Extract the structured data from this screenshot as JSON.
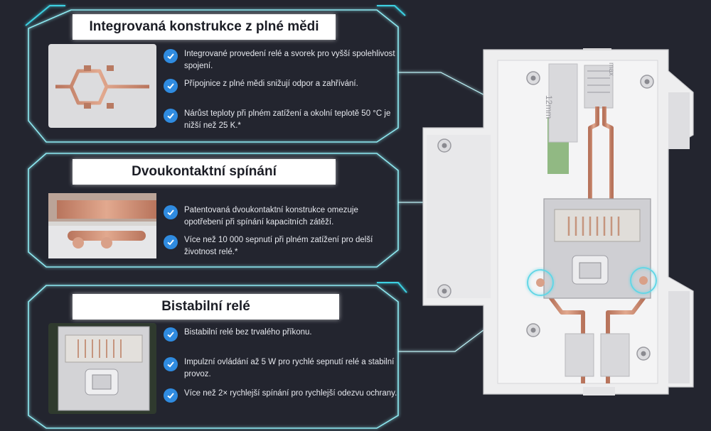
{
  "sections": [
    {
      "title": "Integrovaná konstrukce z plné mědi",
      "bullets": [
        "Integrované provedení relé a svorek pro vyšší spolehlivost spojení.",
        "Přípojnice z plné mědi snižují odpor a zahřívání.",
        "Nárůst teploty při plném zatížení a okolní teplotě 50 °C je nižší než 25 K.*"
      ]
    },
    {
      "title": "Dvoukontaktní spínání",
      "bullets": [
        "Patentovaná dvoukontaktní konstrukce omezuje opotřebení při spínání kapacitních zátěží.",
        "Více než 10 000 sepnutí při plném zatížení pro delší životnost relé.*"
      ]
    },
    {
      "title": "Bistabilní relé",
      "bullets": [
        "Bistabilní relé bez trvalého příkonu.",
        "Impulzní ovládání až 5 W pro rychlé sepnutí relé a stabilní provoz.",
        "Více než 2× rychlejší spínání pro rychlejší odezvu ochrany."
      ]
    }
  ],
  "device": {
    "strip_label": "12mm",
    "strip_label_2": "max"
  },
  "colors": {
    "background": "#23252f",
    "frame_glow": "#7fe6f0",
    "check": "#2f8be0",
    "copper": "#c98a72"
  },
  "icons": [
    "check-icon"
  ]
}
